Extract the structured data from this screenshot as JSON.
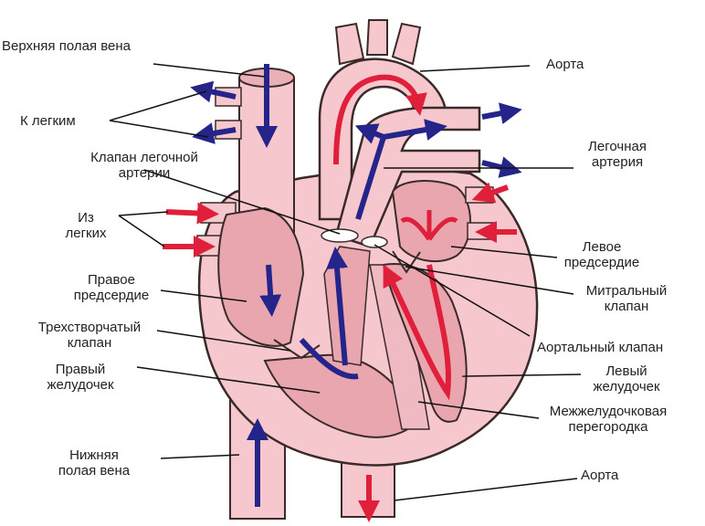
{
  "colors": {
    "background": "#ffffff",
    "tissue": "#f6c7cd",
    "tissue_dark": "#e8a3ad",
    "chamber": "#e9a6ae",
    "outline": "#3a2a2a",
    "oxygen_poor": "#24248a",
    "oxygen_rich": "#e0203a",
    "leader": "#111111"
  },
  "labels": {
    "superior_vena_cava": "Верхняя полая вена",
    "to_lungs": "К легким",
    "pulmonary_valve": "Клапан легочной\nартерии",
    "from_lungs": "Из\nлегких",
    "right_atrium": "Правое\nпредсердие",
    "tricuspid_valve": "Трехстворчатый\nклапан",
    "right_ventricle": "Правый\nжелудочек",
    "inferior_vena_cava": "Нижняя\nполая вена",
    "aorta_top": "Аорта",
    "pulmonary_artery": "Легочная\nартерия",
    "left_atrium": "Левое\nпредсердие",
    "mitral_valve": "Митральный\nклапан",
    "aortic_valve": "Аортальный клапан",
    "left_ventricle": "Левый\nжелудочек",
    "septum": "Межжелудочковая\nперегородка",
    "aorta_bottom": "Аорта"
  }
}
